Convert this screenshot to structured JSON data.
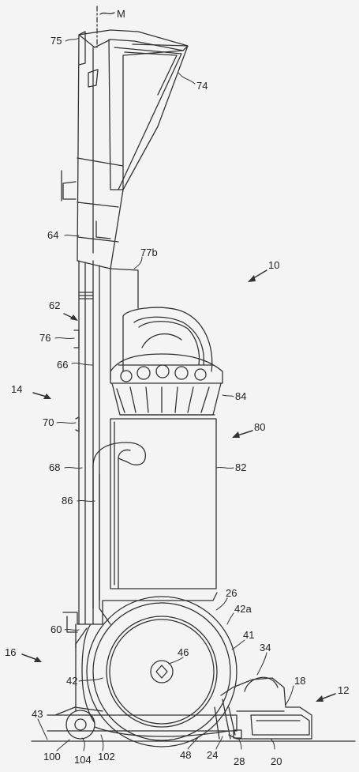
{
  "figure": {
    "labels": {
      "m": "M",
      "n75": "75",
      "n74": "74",
      "n64": "64",
      "n77b": "77b",
      "n10": "10",
      "n62": "62",
      "n76": "76",
      "n66": "66",
      "n14": "14",
      "n84": "84",
      "n70": "70",
      "n80": "80",
      "n68": "68",
      "n82": "82",
      "n86": "86",
      "n26": "26",
      "n42a": "42a",
      "n60": "60",
      "n41": "41",
      "n46": "46",
      "n16": "16",
      "n34": "34",
      "n42": "42",
      "n18": "18",
      "n12": "12",
      "n43": "43",
      "n100": "100",
      "n104": "104",
      "n102": "102",
      "n48": "48",
      "n24": "24",
      "n28": "28",
      "n20": "20"
    }
  }
}
